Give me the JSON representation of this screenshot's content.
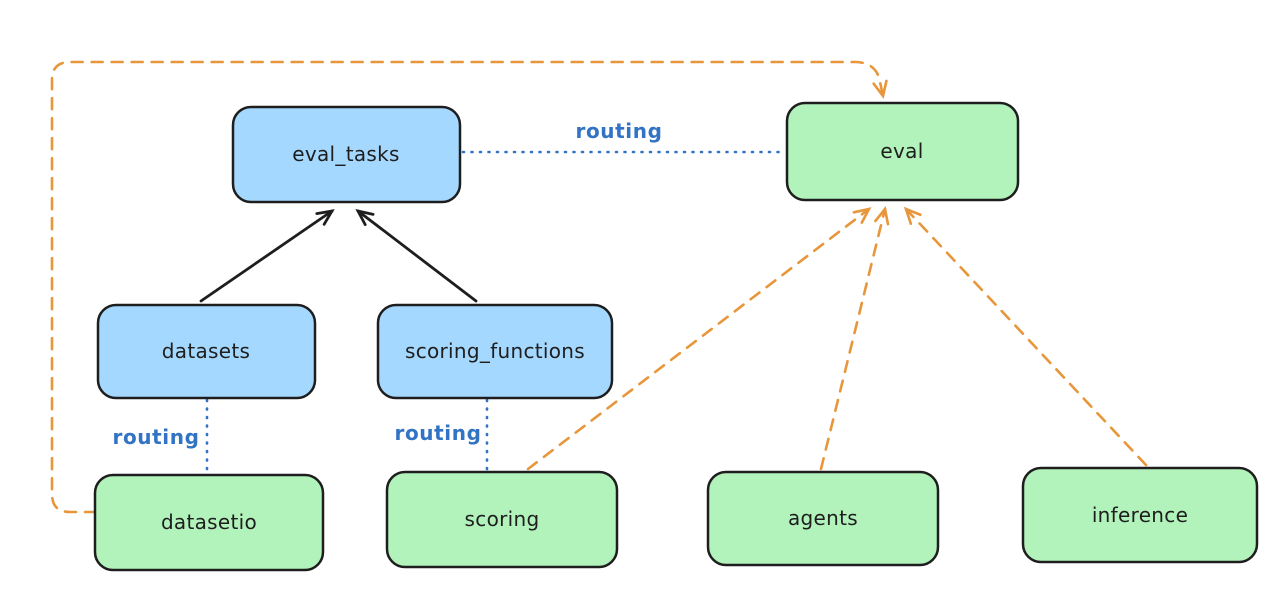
{
  "colors": {
    "canvas": "#ffffff",
    "ink": "#1e1e1e",
    "blue-fill": "#a5d8ff",
    "green-fill": "#b2f2bb",
    "routing-blue": "#3273c4",
    "orange": "#e8963b"
  },
  "diagram": {
    "nodes": {
      "eval_tasks": {
        "label": "eval_tasks",
        "color": "blue"
      },
      "eval": {
        "label": "eval",
        "color": "green"
      },
      "datasets": {
        "label": "datasets",
        "color": "blue"
      },
      "scoring_functions": {
        "label": "scoring_functions",
        "color": "blue"
      },
      "datasetio": {
        "label": "datasetio",
        "color": "green"
      },
      "scoring": {
        "label": "scoring",
        "color": "green"
      },
      "agents": {
        "label": "agents",
        "color": "green"
      },
      "inference": {
        "label": "inference",
        "color": "green"
      }
    },
    "edges": [
      {
        "from": "eval_tasks",
        "to": "eval",
        "style": "dotted-blue",
        "label": "routing"
      },
      {
        "from": "datasets",
        "to": "eval_tasks",
        "style": "solid-black-arrow",
        "label": ""
      },
      {
        "from": "scoring_functions",
        "to": "eval_tasks",
        "style": "solid-black-arrow",
        "label": ""
      },
      {
        "from": "datasets",
        "to": "datasetio",
        "style": "dotted-blue",
        "label": "routing"
      },
      {
        "from": "scoring_functions",
        "to": "scoring",
        "style": "dotted-blue",
        "label": "routing"
      },
      {
        "from": "datasetio",
        "to": "eval",
        "style": "dashed-orange-arrow",
        "label": ""
      },
      {
        "from": "scoring",
        "to": "eval",
        "style": "dashed-orange-arrow",
        "label": ""
      },
      {
        "from": "agents",
        "to": "eval",
        "style": "dashed-orange-arrow",
        "label": ""
      },
      {
        "from": "inference",
        "to": "eval",
        "style": "dashed-orange-arrow",
        "label": ""
      }
    ]
  }
}
